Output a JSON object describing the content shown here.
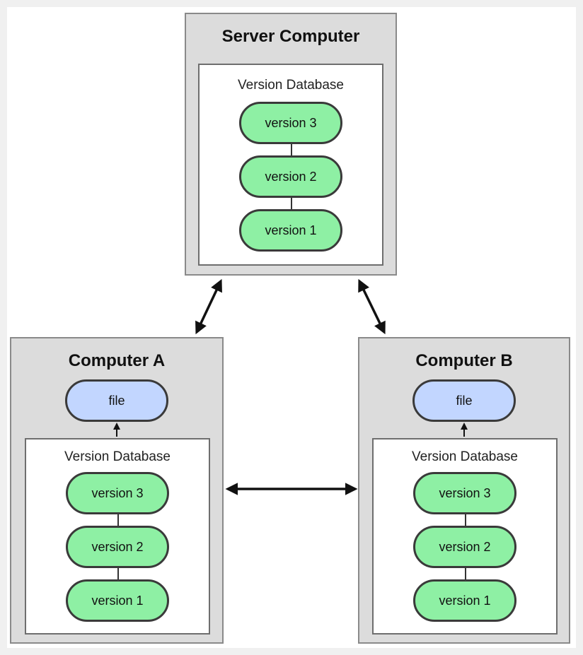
{
  "server": {
    "title": "Server Computer",
    "db_label": "Version Database",
    "versions": [
      "version 3",
      "version 2",
      "version 1"
    ]
  },
  "computer_a": {
    "title": "Computer A",
    "file_label": "file",
    "db_label": "Version Database",
    "versions": [
      "version 3",
      "version 2",
      "version 1"
    ]
  },
  "computer_b": {
    "title": "Computer B",
    "file_label": "file",
    "db_label": "Version Database",
    "versions": [
      "version 3",
      "version 2",
      "version 1"
    ]
  },
  "colors": {
    "version_fill": "#8ef0a4",
    "file_fill": "#c2d6ff",
    "computer_fill": "#dcdcdc"
  }
}
